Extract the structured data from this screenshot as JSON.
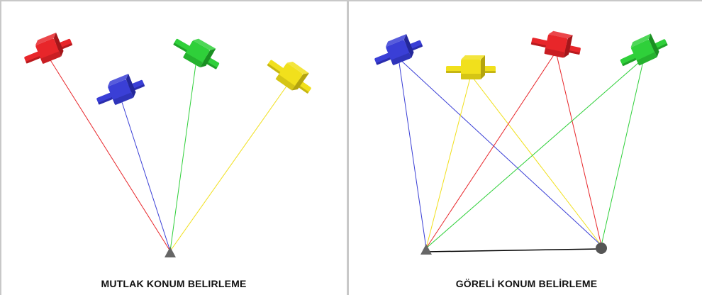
{
  "panels": [
    {
      "id": "left",
      "caption": "MUTLAK KONUM BELIRLEME",
      "satellites": [
        {
          "name": "red-satellite",
          "color": "#e8262a",
          "shade": "#a4161a"
        },
        {
          "name": "blue-satellite",
          "color": "#3a3fd6",
          "shade": "#23279a"
        },
        {
          "name": "green-satellite",
          "color": "#2fd03a",
          "shade": "#1a8f22"
        },
        {
          "name": "yellow-satellite",
          "color": "#f1e01c",
          "shade": "#b4a40e"
        }
      ],
      "receivers": [
        {
          "name": "receiver-triangle",
          "shape": "triangle",
          "color": "#666666"
        }
      ]
    },
    {
      "id": "right",
      "caption": "GÖRELİ KONUM BELİRLEME",
      "satellites": [
        {
          "name": "blue-satellite",
          "color": "#3a3fd6",
          "shade": "#23279a"
        },
        {
          "name": "yellow-satellite",
          "color": "#f1e01c",
          "shade": "#b4a40e"
        },
        {
          "name": "red-satellite",
          "color": "#e8262a",
          "shade": "#a4161a"
        },
        {
          "name": "green-satellite",
          "color": "#2fd03a",
          "shade": "#1a8f22"
        }
      ],
      "receivers": [
        {
          "name": "receiver-triangle",
          "shape": "triangle",
          "color": "#666666"
        },
        {
          "name": "receiver-circle",
          "shape": "circle",
          "color": "#555555"
        }
      ],
      "baseline_color": "#000000"
    }
  ]
}
